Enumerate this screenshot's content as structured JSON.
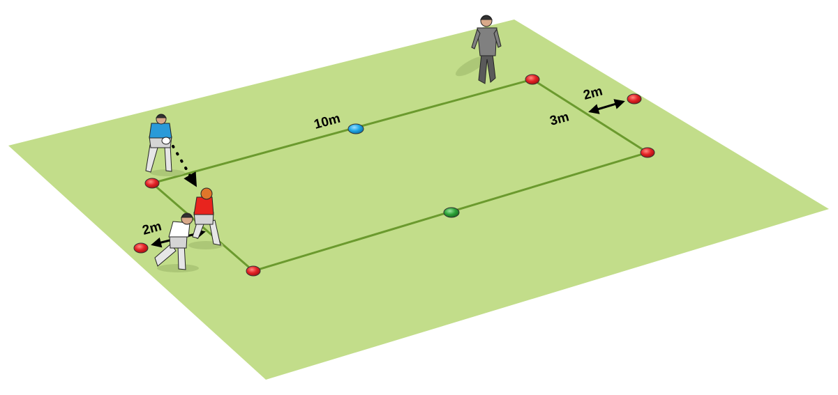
{
  "diagram": {
    "colors": {
      "pitch": "#c2dd8a",
      "line": "#6b9a2e",
      "cone_red": "#e32227",
      "cone_blue": "#1fa7e6",
      "cone_green": "#2ea33a",
      "attacker_shirt": "#2a9ad8",
      "support_shirt": "#e8241e",
      "defender_shirt": "#ffffff",
      "coach_shirt": "#808080"
    },
    "labels": {
      "length": "10m",
      "gap_right": "2m",
      "width": "3m",
      "gap_left": "2m"
    }
  }
}
